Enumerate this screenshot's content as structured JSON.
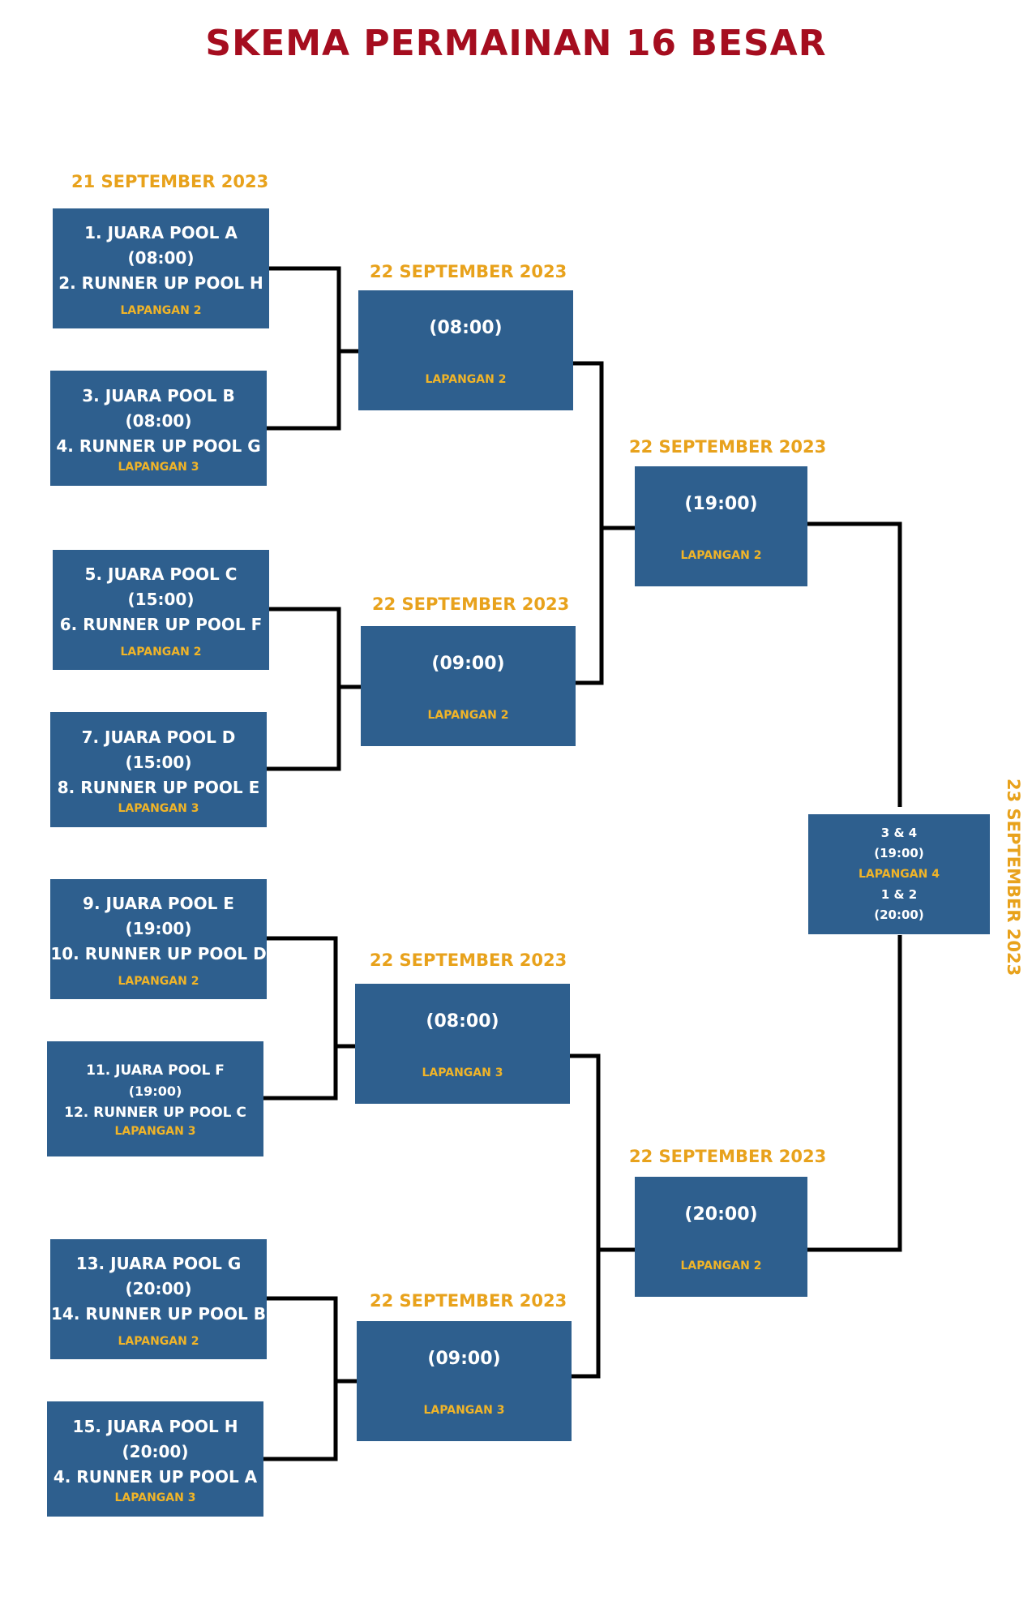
{
  "title": "SKEMA PERMAINAN 16 BESAR",
  "colors": {
    "title": "#a50d1f",
    "date": "#e8a21c",
    "box": "#2e5f8e",
    "venue": "#f0b428",
    "line": "#000000"
  },
  "round1_date": "21 SEPTEMBER 2023",
  "round1": [
    {
      "team1": "1. JUARA POOL A",
      "time": "(08:00)",
      "team2": "2. RUNNER UP POOL H",
      "venue": "LAPANGAN 2"
    },
    {
      "team1": "3. JUARA POOL B",
      "time": "(08:00)",
      "team2": "4. RUNNER UP POOL G",
      "venue": "LAPANGAN 3"
    },
    {
      "team1": "5. JUARA POOL C",
      "time": "(15:00)",
      "team2": "6. RUNNER UP POOL F",
      "venue": "LAPANGAN 2"
    },
    {
      "team1": "7. JUARA POOL D",
      "time": "(15:00)",
      "team2": "8. RUNNER UP POOL E",
      "venue": "LAPANGAN 3"
    },
    {
      "team1": "9. JUARA POOL E",
      "time": "(19:00)",
      "team2": "10. RUNNER UP POOL D",
      "venue": "LAPANGAN 2"
    },
    {
      "team1": "11. JUARA POOL F",
      "time": "(19:00)",
      "team2": "12. RUNNER UP POOL C",
      "venue": "LAPANGAN 3"
    },
    {
      "team1": "13. JUARA POOL G",
      "time": "(20:00)",
      "team2": "14. RUNNER UP POOL B",
      "venue": "LAPANGAN 2"
    },
    {
      "team1": "15. JUARA POOL H",
      "time": "(20:00)",
      "team2": "4. RUNNER UP POOL A",
      "venue": "LAPANGAN 3"
    }
  ],
  "round2": [
    {
      "date": "22 SEPTEMBER 2023",
      "time": "(08:00)",
      "venue": "LAPANGAN 2"
    },
    {
      "date": "22 SEPTEMBER 2023",
      "time": "(09:00)",
      "venue": "LAPANGAN 2"
    },
    {
      "date": "22 SEPTEMBER 2023",
      "time": "(08:00)",
      "venue": "LAPANGAN 3"
    },
    {
      "date": "22 SEPTEMBER 2023",
      "time": "(09:00)",
      "venue": "LAPANGAN 3"
    }
  ],
  "round3": [
    {
      "date": "22 SEPTEMBER 2023",
      "time": "(19:00)",
      "venue": "LAPANGAN 2"
    },
    {
      "date": "22 SEPTEMBER 2023",
      "time": "(20:00)",
      "venue": "LAPANGAN 2"
    }
  ],
  "final": {
    "date": "23 SEPTEMBER 2023",
    "third_label": "3 & 4",
    "third_time": "(19:00)",
    "venue": "LAPANGAN 4",
    "final_label": "1 & 2",
    "final_time": "(20:00)"
  }
}
